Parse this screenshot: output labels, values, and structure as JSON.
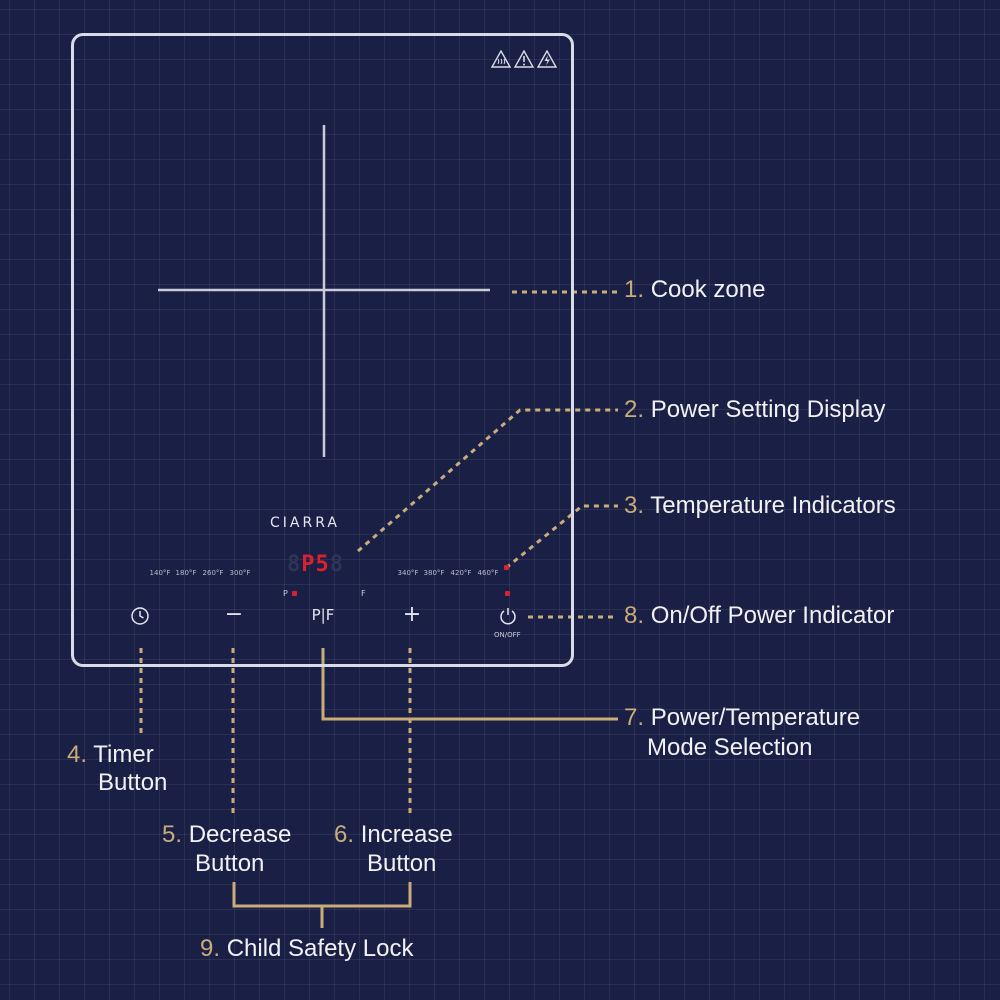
{
  "brand": "CIARRA",
  "temperatures_left": [
    "140°F",
    "180°F",
    "260°F",
    "300°F"
  ],
  "temperatures_right": [
    "340°F",
    "380°F",
    "420°F",
    "460°F"
  ],
  "display": {
    "digits": [
      "8",
      "P",
      "5",
      "8"
    ],
    "lit": [
      false,
      true,
      true,
      false
    ]
  },
  "markers": {
    "power": "P",
    "fahrenheit": "F"
  },
  "controls": {
    "mode_label": "P|F",
    "decrease_label": "−",
    "increase_label": "+",
    "onoff_label": "ON/OFF"
  },
  "callouts": [
    {
      "num": "1.",
      "text": "Cook zone",
      "text2": ""
    },
    {
      "num": "2.",
      "text": "Power Setting Display",
      "text2": ""
    },
    {
      "num": "3.",
      "text": "Temperature Indicators",
      "text2": ""
    },
    {
      "num": "8.",
      "text": "On/Off Power Indicator",
      "text2": ""
    },
    {
      "num": "7.",
      "text": "Power/Temperature",
      "text2": "Mode Selection"
    },
    {
      "num": "4.",
      "text": "Timer",
      "text2": "Button"
    },
    {
      "num": "5.",
      "text": "Decrease",
      "text2": "Button"
    },
    {
      "num": "6.",
      "text": "Increase",
      "text2": "Button"
    },
    {
      "num": "9.",
      "text": "Child Safety Lock",
      "text2": ""
    }
  ],
  "colors": {
    "background": "#1a1f45",
    "outline": "#d9dbe6",
    "gold": "#c9ad78",
    "led": "#d8222e"
  }
}
